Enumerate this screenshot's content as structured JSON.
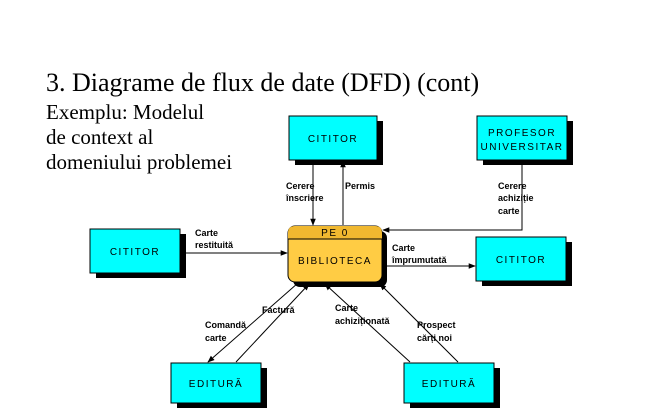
{
  "heading": {
    "title": "3. Diagrame de flux de date (DFD) (cont)",
    "subtitle_lines": [
      "Exemplu: Modelul",
      "de context al",
      "domeniului problemei"
    ]
  },
  "entities": {
    "cititor_top": "CITITOR",
    "profesor_line1": "PROFESOR",
    "profesor_line2": "UNIVERSITAR",
    "cititor_left": "CITITOR",
    "cititor_right": "CITITOR",
    "editura_left": "EDITURĂ",
    "editura_right": "EDITURĂ"
  },
  "process": {
    "id": "PE 0",
    "name": "BIBLIOTECA"
  },
  "flows": {
    "cerere_inscriere": [
      "Cerere",
      "înscriere"
    ],
    "permis": [
      "Permis"
    ],
    "cerere_achizitie": [
      "Cerere",
      "achiziție",
      "carte"
    ],
    "carte_restituita": [
      "Carte",
      "restituită"
    ],
    "carte_imprumutata": [
      "Carte",
      "împrumutată"
    ],
    "factura": [
      "Factură"
    ],
    "comanda_carte": [
      "Comandă",
      "carte"
    ],
    "carte_achizitionata": [
      "Carte",
      "achiziționată"
    ],
    "prospect_carti": [
      "Prospect",
      "cărți noi"
    ]
  },
  "colors": {
    "entity_fill": "#00ffff",
    "shadow": "#000000",
    "process_fill": "#ffcc44",
    "process_header": "#f0b830",
    "line": "#000000"
  }
}
